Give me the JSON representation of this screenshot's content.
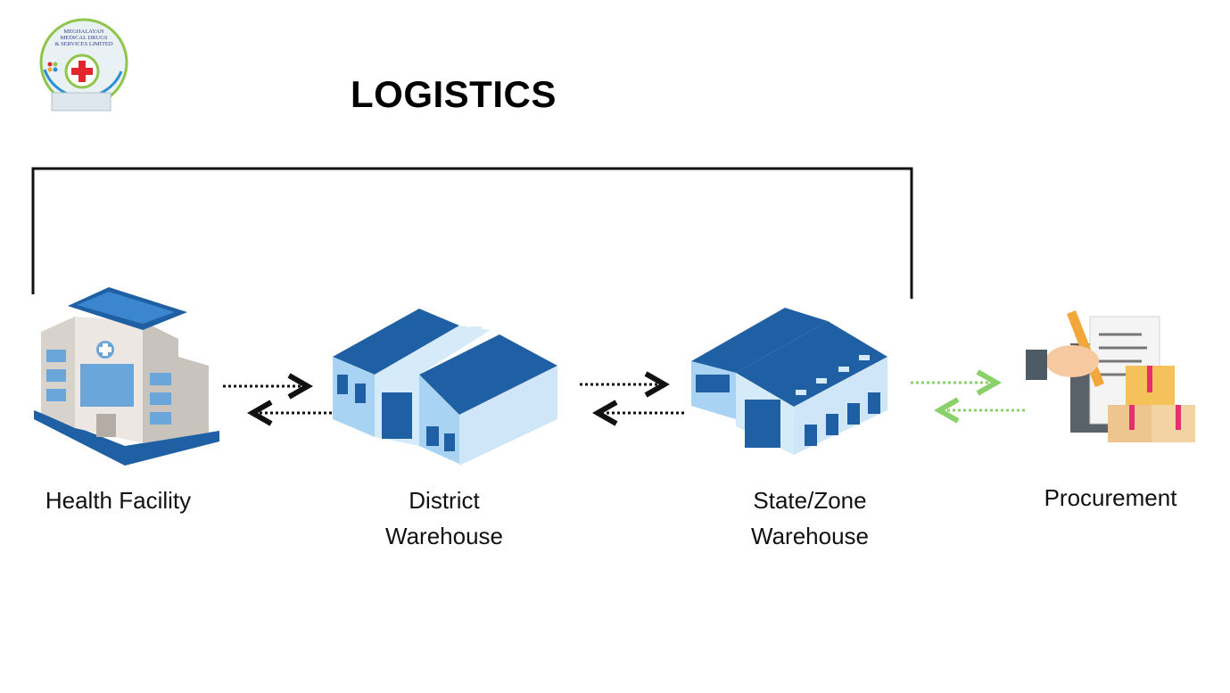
{
  "title": "LOGISTICS",
  "logo": {
    "org_name_line1": "MEGHALAYAN",
    "org_name_line2": "MEDICAL DRUGS",
    "org_name_line3": "& SERVICES LIMITED",
    "icon": "medical-cross-seal"
  },
  "nodes": [
    {
      "label_line1": "Health Facility",
      "label_line2": "",
      "icon": "hospital-building-icon"
    },
    {
      "label_line1": "District",
      "label_line2": "Warehouse",
      "icon": "warehouse-icon"
    },
    {
      "label_line1": "State/Zone",
      "label_line2": "Warehouse",
      "icon": "warehouse-icon"
    },
    {
      "label_line1": "Procurement",
      "label_line2": "",
      "icon": "procurement-clipboard-icon"
    }
  ],
  "colors": {
    "building_blue": "#1f5fa3",
    "building_light": "#a9d3f2",
    "arrow_black": "#111111",
    "arrow_green": "#8ad16a",
    "logo_cross": "#e3262d"
  }
}
